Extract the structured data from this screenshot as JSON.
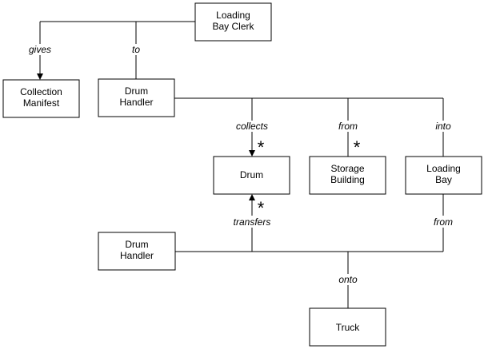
{
  "nodes": {
    "loading_bay_clerk": [
      "Loading",
      "Bay Clerk"
    ],
    "collection_manifest": [
      "Collection",
      "Manifest"
    ],
    "drum_handler_top": [
      "Drum",
      "Handler"
    ],
    "drum": [
      "Drum"
    ],
    "storage_building": [
      "Storage",
      "Building"
    ],
    "loading_bay": [
      "Loading",
      "Bay"
    ],
    "drum_handler_bottom": [
      "Drum",
      "Handler"
    ],
    "truck": [
      "Truck"
    ]
  },
  "relations": {
    "gives": "gives",
    "to": "to",
    "collects": "collects",
    "from_storage": "from",
    "into": "into",
    "transfers": "transfers",
    "from_bay": "from",
    "onto": "onto"
  },
  "multiplicity": {
    "collects_drum": "*",
    "from_storage": "*",
    "transfers_drum": "*"
  }
}
